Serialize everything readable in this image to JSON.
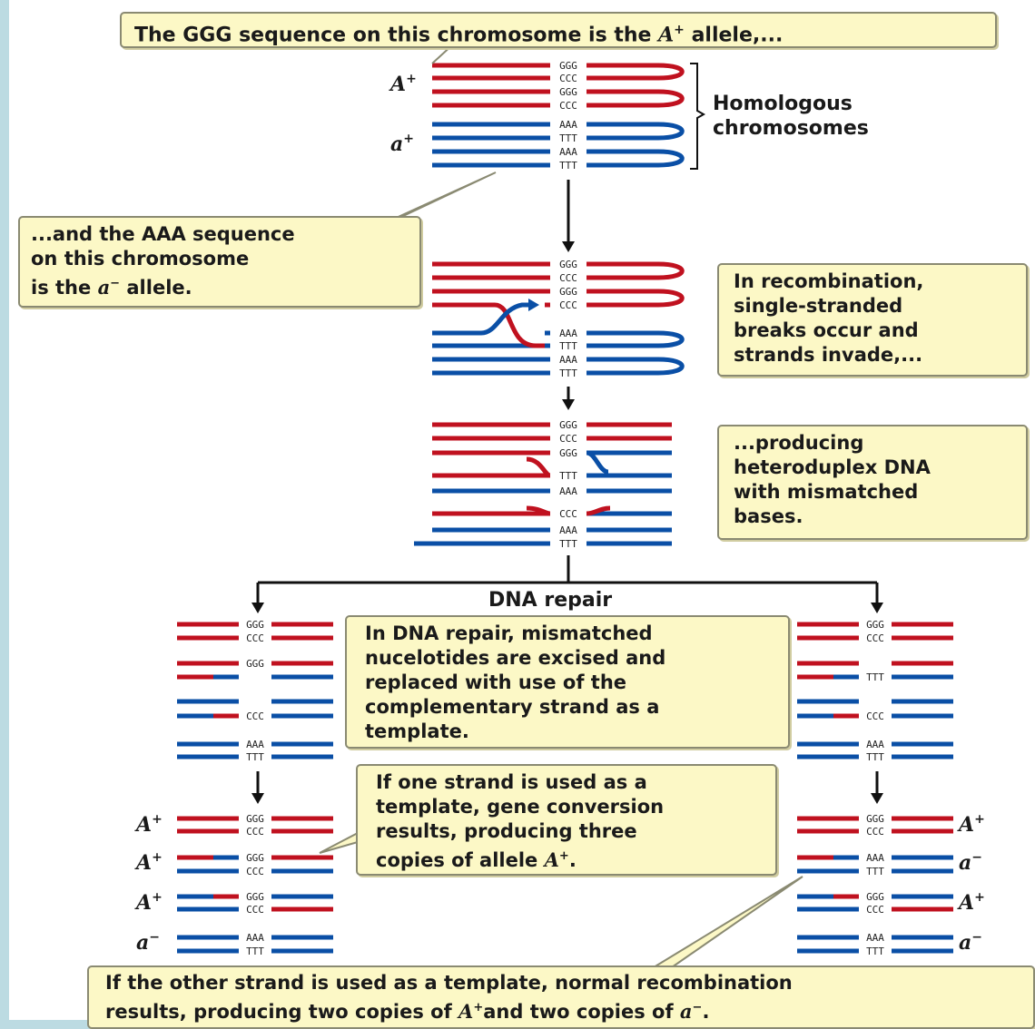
{
  "colors": {
    "red": "#c0111f",
    "blue": "#0a4fa6",
    "callout_bg": "#fcf8c6",
    "bg": "#bcdbe2"
  },
  "callouts": {
    "top": {
      "lead": "The GGG sequence on this chromosome is the ",
      "allele": "A",
      "sup": "+",
      "tail": " allele,..."
    },
    "aaa": {
      "line1": "...and the AAA sequence",
      "line2": "on this chromosome",
      "line3_lead": "is the ",
      "allele": "a",
      "sup": "−",
      "tail": " allele."
    },
    "recomb": {
      "line1": "In recombination,",
      "line2": "single-stranded",
      "line3": "breaks occur and",
      "line4": "strands invade,..."
    },
    "hetero": {
      "line1": "...producing",
      "line2": "heteroduplex DNA",
      "line3": "with mismatched",
      "line4": "bases."
    },
    "repair": {
      "line1": "In DNA repair, mismatched",
      "line2": "nucelotides are excised and",
      "line3": "replaced with use of the",
      "line4": "complementary strand as a",
      "line5": "template."
    },
    "conversion": {
      "line1": "If one strand is used as a",
      "line2": "template, gene conversion",
      "line3": "results, producing three",
      "line4_lead": "copies of allele ",
      "allele": "A",
      "sup": "+",
      "tail": "."
    },
    "normal": {
      "line1": "If the other strand is used as a template, normal recombination",
      "line2_lead": "results, producing two copies of ",
      "allele1": "A",
      "sup1": "+",
      "mid": "and two copies of ",
      "allele2": "a",
      "sup2": "−",
      "tail": "."
    }
  },
  "labels": {
    "homologous_line1": "Homologous",
    "homologous_line2": "chromosomes",
    "dna_repair": "DNA repair",
    "top_A": "A",
    "top_A_sup": "+",
    "top_a": "a",
    "top_a_sup": "+",
    "left_alleles": [
      {
        "letter": "A",
        "sup": "+"
      },
      {
        "letter": "A",
        "sup": "+"
      },
      {
        "letter": "A",
        "sup": "+"
      },
      {
        "letter": "a",
        "sup": "−"
      }
    ],
    "right_alleles": [
      {
        "letter": "A",
        "sup": "+"
      },
      {
        "letter": "a",
        "sup": "−"
      },
      {
        "letter": "A",
        "sup": "+"
      },
      {
        "letter": "a",
        "sup": "−"
      }
    ]
  },
  "sequences": {
    "top": [
      "GGG",
      "CCC",
      "GGG",
      "CCC",
      "AAA",
      "TTT",
      "AAA",
      "TTT"
    ],
    "invasion": [
      "GGG",
      "CCC",
      "GGG",
      "CCC",
      "AAA",
      "TTT",
      "AAA",
      "TTT"
    ],
    "heteroduplex": [
      "GGG",
      "CCC",
      "GGG",
      "TTT",
      "AAA",
      "CCC",
      "AAA",
      "TTT"
    ],
    "repair_left": [
      "GGG",
      "CCC",
      "GGG",
      "CCC",
      "AAA",
      "TTT"
    ],
    "repair_right": [
      "GGG",
      "CCC",
      "TTT",
      "CCC",
      "AAA",
      "TTT"
    ],
    "final_left": [
      "GGG",
      "CCC",
      "GGG",
      "CCC",
      "GGG",
      "CCC",
      "AAA",
      "TTT"
    ],
    "final_right": [
      "GGG",
      "CCC",
      "AAA",
      "TTT",
      "GGG",
      "CCC",
      "AAA",
      "TTT"
    ]
  }
}
